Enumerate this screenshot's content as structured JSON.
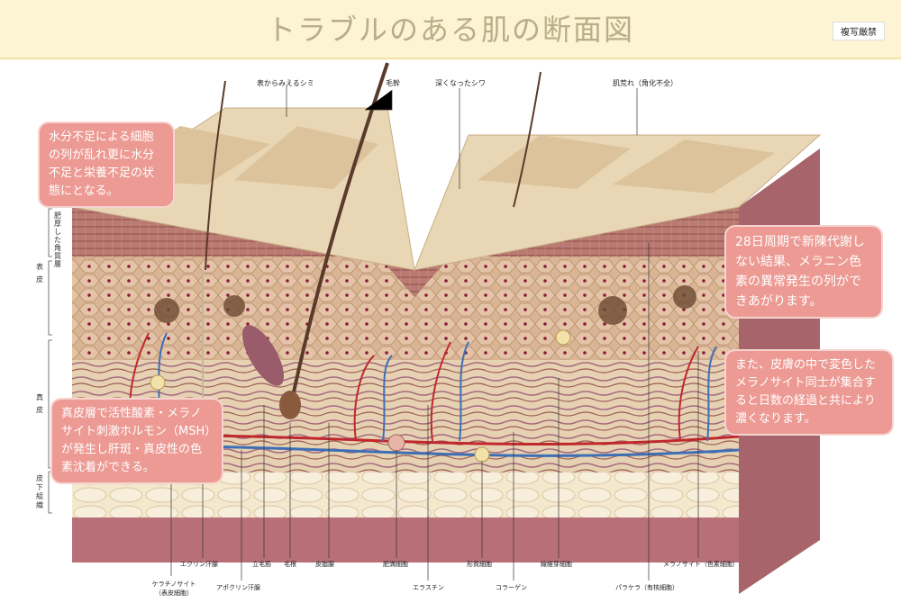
{
  "title": "トラブルのある肌の断面図",
  "badge": "複写厳禁",
  "callouts": {
    "top_left": "水分不足による細胞の列が乱れ更に水分不足と栄養不足の状態にとなる。",
    "right_top": "28日周期で新陳代謝しない結果、メラニン色素の異常発生の列ができあがります。",
    "right_bottom": "また、皮膚の中で変色したメラノサイト同士が集合すると日数の経過と共により濃くなります。",
    "left_mid": "真皮層で活性酸素・メラノサイト刺激ホルモン（MSH）が発生し肝斑・真皮性の色素沈着ができる。"
  },
  "top_labels": {
    "spots": "表からみえるシミ",
    "hair_shaft": "毛幹",
    "wrinkle": "深くなったシワ",
    "rough": "肌荒れ（角化不全）"
  },
  "side_labels": {
    "stratum": "肥厚した角質層",
    "epidermis": "表皮",
    "dermis": "真皮",
    "subcutis": "皮下組織"
  },
  "bottom_labels": {
    "keratinocyte": "ケラチノサイト（表皮細胞）",
    "eccrine": "エクリン汗腺",
    "apocrine": "アポクリン汗腺",
    "arrector": "立毛筋",
    "hair_root": "毛根",
    "sebaceous": "皮脂腺",
    "mast": "肥満細胞",
    "elastin": "エラスチン",
    "plasma": "形質細胞",
    "collagen": "コラーゲン",
    "fibroblast": "線維芽細胞",
    "paracera": "パラケラ（有核細胞）",
    "melanocyte": "メラノサイト（色素細胞）"
  }
}
